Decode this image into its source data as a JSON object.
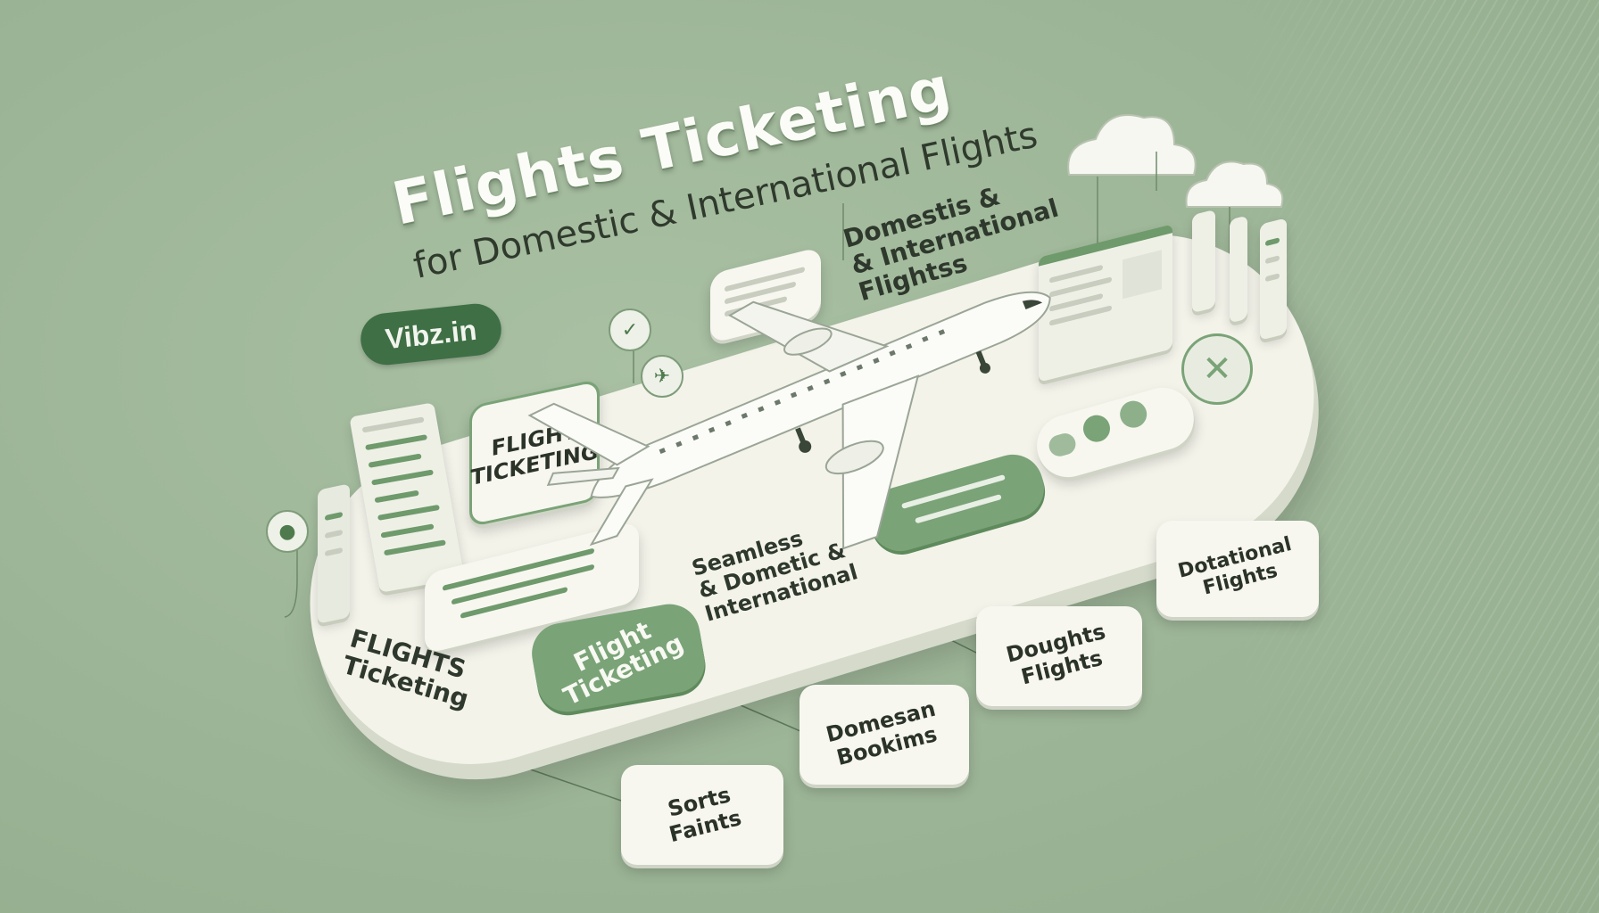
{
  "headline": {
    "title": "Flights Ticketing",
    "subtitle": "for Domestic & International Flights"
  },
  "brand": {
    "label": "Vibz.in"
  },
  "cards": {
    "flight_ticketing_panel": "FLIGHT\nTICKETING",
    "domestic_intl_top": "Domestis &\n& International\nFlightss",
    "seamless": "Seamless\n& Dometic &\nInternational",
    "flight_ticketing_left": "FLIGHTS\nTicketing",
    "flight_ticketing_pill": "Flight\nTicketing",
    "sorts_faints": "Sorts\nFaints",
    "domestic_bookings": "Domesan\nBookims",
    "doughts_flights": "Doughts\nFlights",
    "dotational_flights": "Dotational\nFlights"
  },
  "icons": [
    "cloud-icon",
    "cloud-icon",
    "airplane-icon",
    "globe-icon",
    "pin-icon",
    "ticket-icon",
    "phone-icon"
  ],
  "colors": {
    "background": "#9db597",
    "platform": "#f3f3ea",
    "accent_green": "#3f6f45",
    "pill_green": "#7aa377",
    "text_dark": "#2b3329"
  }
}
